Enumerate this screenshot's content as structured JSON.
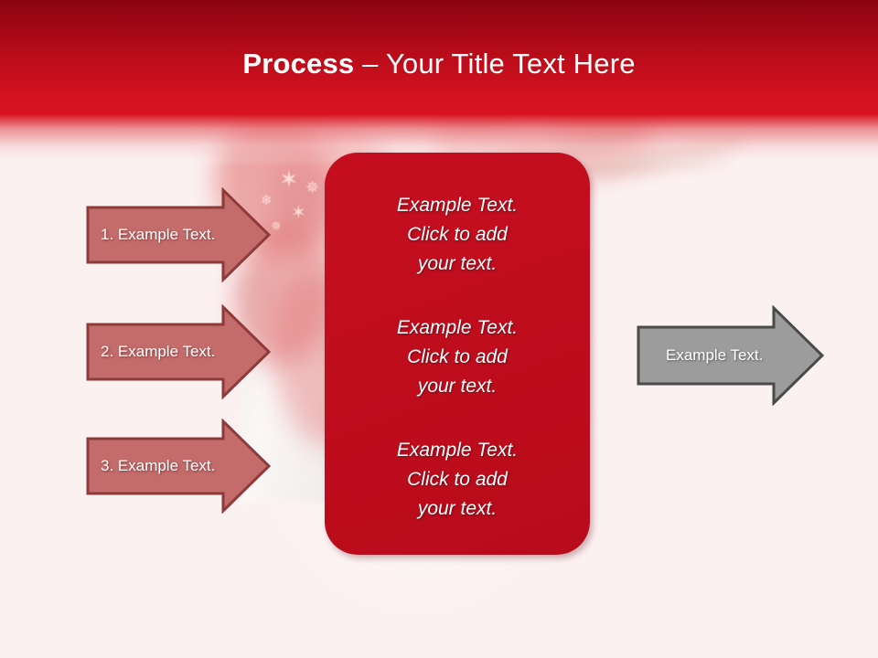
{
  "slide": {
    "title_strong": "Process",
    "title_rest": " – Your Title Text Here",
    "theme": {
      "header_dark": "#8A0410",
      "header_bright": "#D4121F",
      "panel_red": "#C00D1E",
      "arrow_rose_fill": "#C46B6B",
      "arrow_rose_border": "#8E3A3A",
      "arrow_gray_fill": "#9C9C9C",
      "arrow_gray_border": "#4A4A4A",
      "background_pink": "#FCF1F1",
      "text_white": "#FFFFFF"
    }
  },
  "left_arrows": [
    {
      "label": "1. Example Text."
    },
    {
      "label": "2. Example Text."
    },
    {
      "label": "3. Example Text."
    }
  ],
  "center_panel": {
    "blocks": [
      {
        "text": "Example Text.\nClick  to add\nyour text."
      },
      {
        "text": "Example Text.\nClick  to add\nyour text."
      },
      {
        "text": "Example Text.\nClick  to add\nyour text."
      }
    ]
  },
  "right_arrow": {
    "label": "Example Text."
  },
  "background": {
    "description": "faded photograph of a red poinsettia flower above a white gift box with snowflake print",
    "snowflakes": [
      "✶",
      "✵",
      "❄",
      "✶",
      "✵"
    ]
  }
}
